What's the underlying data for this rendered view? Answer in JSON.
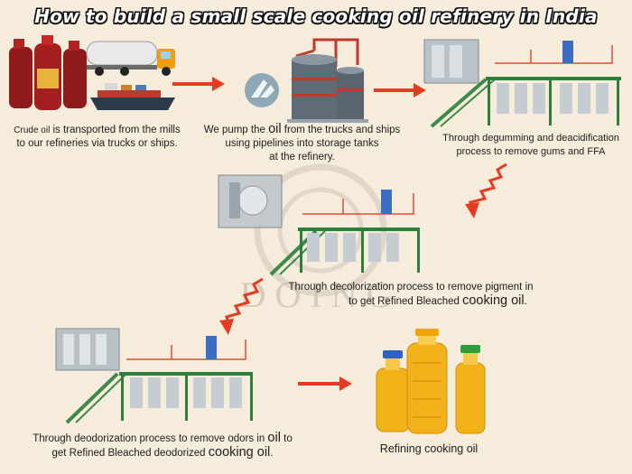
{
  "title": "How to build a small scale cooking oil refinery in India",
  "watermark": "DOING",
  "colors": {
    "arrow": "#e53b22",
    "background": "#f6ecdb",
    "equipment_frame": "#2f7d3a",
    "oil": "#f2b319"
  },
  "steps": [
    {
      "id": "transport",
      "caption_pre": "Crude oil",
      "caption_main": " is transported from the mills",
      "caption_line2": "to our refineries via trucks or ships.",
      "icons": [
        "oil-bottles-icon",
        "tanker-truck-icon",
        "cargo-ship-icon"
      ]
    },
    {
      "id": "storage",
      "caption_a": "We pump the ",
      "caption_oil": "oil",
      "caption_b": " from the trucks and ships",
      "caption_line2": "using pipelines into storage tanks",
      "caption_line3": "at the refinery.",
      "icons": [
        "storage-tanks-icon"
      ]
    },
    {
      "id": "degumming",
      "caption_line1": "Through degumming and deacidification",
      "caption_line2": "process to remove gums and FFA",
      "icons": [
        "refinery-plant-icon"
      ]
    },
    {
      "id": "decolorization",
      "caption_line1": "Through decolorization process to remove pigment in",
      "caption_line2a": "to get Refined Bleached ",
      "caption_big": "cooking oil",
      "caption_line2b": ".",
      "icons": [
        "refinery-plant-icon"
      ]
    },
    {
      "id": "deodorization",
      "caption_line1a": "Through deodorization process to remove odors in ",
      "caption_oil": "oil",
      "caption_line1b": " to",
      "caption_line2a": "get Refined Bleached deodorized ",
      "caption_big": "cooking oil",
      "caption_line2b": ".",
      "icons": [
        "refinery-plant-icon"
      ]
    },
    {
      "id": "result",
      "caption": "Refining cooking oil",
      "icons": [
        "cooking-oil-bottles-icon"
      ]
    }
  ]
}
